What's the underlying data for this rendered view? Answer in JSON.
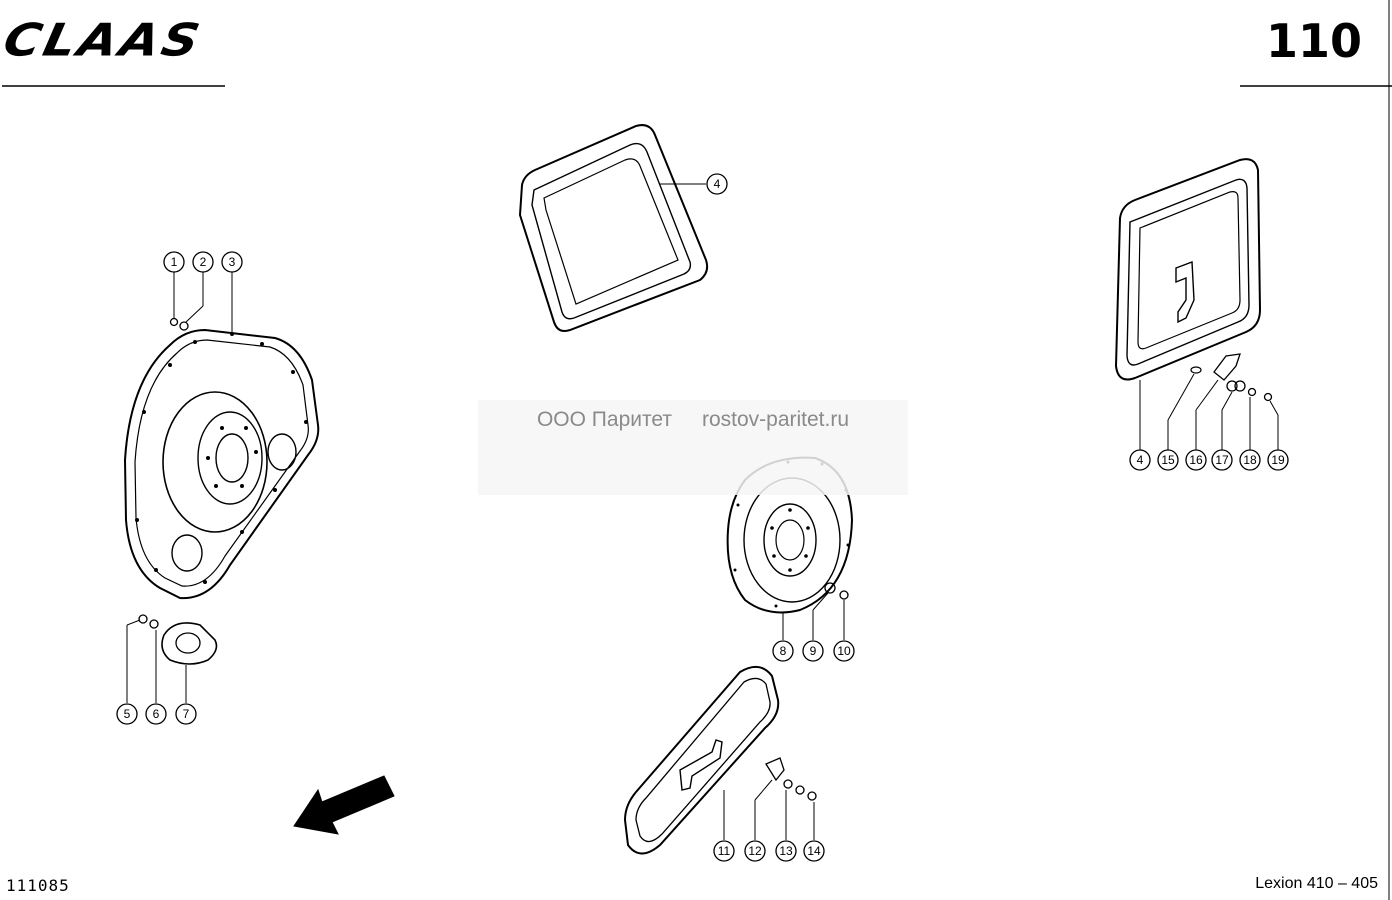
{
  "header": {
    "brand": "CLAAS",
    "page_number": "110"
  },
  "footer": {
    "doc_code": "111085",
    "model": "Lexion 410 – 405"
  },
  "watermark": {
    "company": "ООО Паритет",
    "site": "rostov-paritet.ru"
  },
  "callouts": [
    "1",
    "2",
    "3",
    "4",
    "4",
    "5",
    "6",
    "7",
    "8",
    "9",
    "10",
    "11",
    "12",
    "13",
    "14",
    "15",
    "16",
    "17",
    "18",
    "19"
  ]
}
